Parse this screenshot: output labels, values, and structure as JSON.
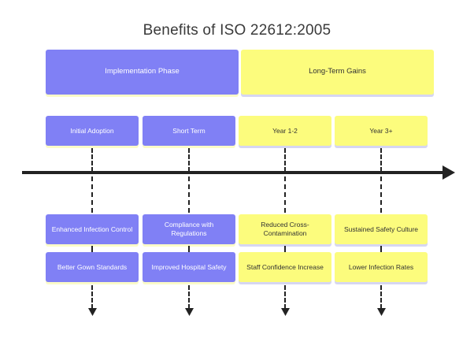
{
  "title": "Benefits of ISO 22612:2005",
  "colors": {
    "phase_implementation": "#8080f5",
    "phase_longterm": "#fcfc7d",
    "timeline_axis": "#222222",
    "title_text": "#3a3a3a"
  },
  "phases": [
    {
      "label": "Implementation Phase",
      "tone": "purple"
    },
    {
      "label": "Long-Term Gains",
      "tone": "yellow"
    }
  ],
  "milestones": [
    {
      "label": "Initial Adoption",
      "tone": "purple"
    },
    {
      "label": "Short Term",
      "tone": "purple"
    },
    {
      "label": "Year 1-2",
      "tone": "yellow"
    },
    {
      "label": "Year 3+",
      "tone": "yellow"
    }
  ],
  "benefits": [
    {
      "column": "Initial Adoption",
      "tone": "purple",
      "items": [
        "Enhanced Infection Control",
        "Better Gown Standards"
      ]
    },
    {
      "column": "Short Term",
      "tone": "purple",
      "items": [
        "Compliance with Regulations",
        "Improved Hospital Safety"
      ]
    },
    {
      "column": "Year 1-2",
      "tone": "yellow",
      "items": [
        "Reduced Cross-Contamination",
        "Staff Confidence Increase"
      ]
    },
    {
      "column": "Year 3+",
      "tone": "yellow",
      "items": [
        "Sustained Safety Culture",
        "Lower Infection Rates"
      ]
    }
  ]
}
